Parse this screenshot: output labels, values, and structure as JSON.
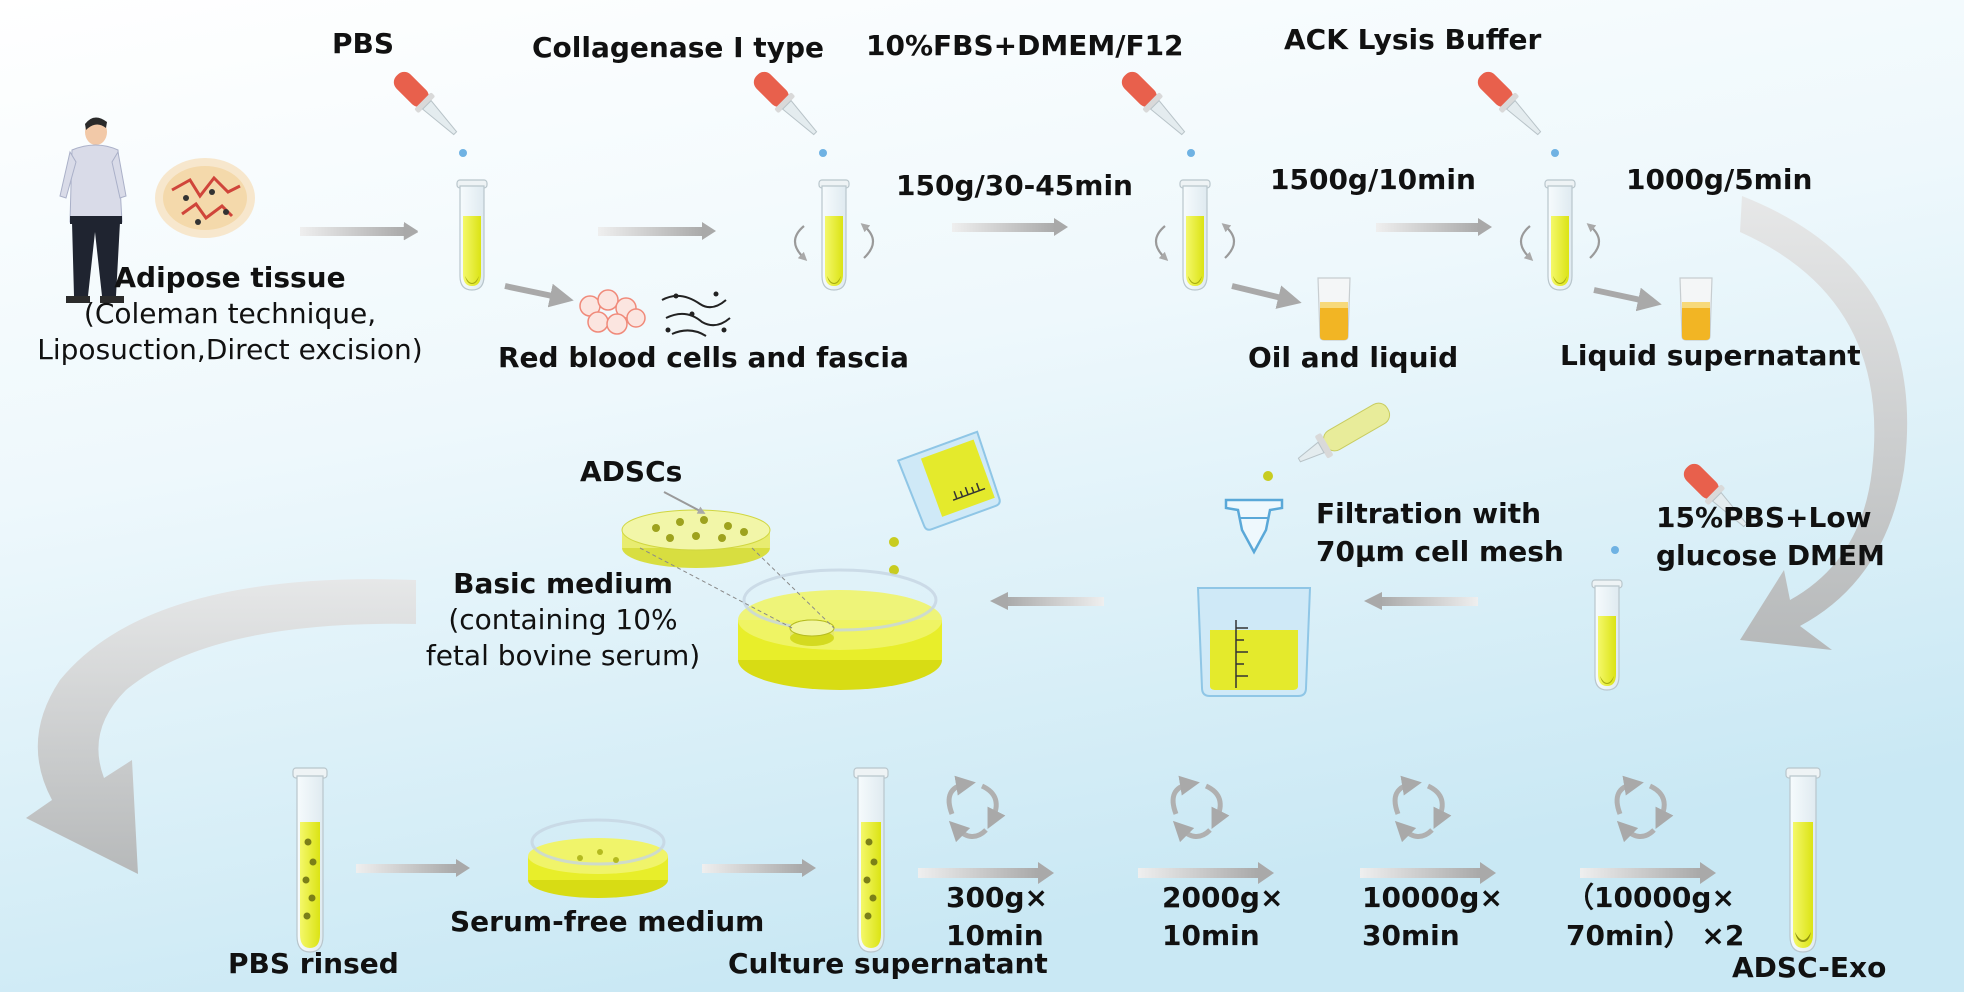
{
  "labels": {
    "pbs": "PBS",
    "collagenase": "Collagenase  Ⅰ  type",
    "fbs_dmem": "10%FBS+DMEM/F12",
    "ack": "ACK Lysis Buffer",
    "adipose_title": "Adipose tissue",
    "adipose_sub1": "(Coleman technique,",
    "adipose_sub2": "Liposuction,Direct excision)",
    "rbc_fascia": "Red blood cells and fascia",
    "spin1": "150g/30-45min",
    "spin2": "1500g/10min",
    "spin3": "1000g/5min",
    "oil_liquid": "Oil and liquid",
    "liquid_supernatant": "Liquid supernatant",
    "adscs": "ADSCs",
    "basic_title": "Basic medium",
    "basic_sub1": "(containing 10%",
    "basic_sub2": "fetal bovine serum)",
    "filtration1": "Filtration with",
    "filtration2": "70μm cell mesh",
    "pbs_low1": "15%PBS+Low",
    "pbs_low2": "glucose DMEM",
    "pbs_rinsed": "PBS rinsed",
    "serum_free": "Serum-free medium",
    "culture_sup": "Culture supernatant",
    "c300a": "300g×",
    "c300b": "10min",
    "c2000a": "2000g×",
    "c2000b": "10min",
    "c10000a": "10000g×",
    "c10000b": "30min",
    "c10000x2a": "（10000g×",
    "c10000x2b": "70min） ×2",
    "adsc_exo": "ADSC-Exo"
  },
  "colors": {
    "background_top": "#ffffff",
    "background_bottom": "#cdeaf5",
    "liquid": "#e8f02a",
    "liquid_dark": "#d6dc10",
    "arrow": "#b8b8b8",
    "dropper_bulb": "#e8604c",
    "oil": "#f2b524",
    "rbc": "#f08a7a",
    "beaker_blue": "#bfe3f7"
  }
}
